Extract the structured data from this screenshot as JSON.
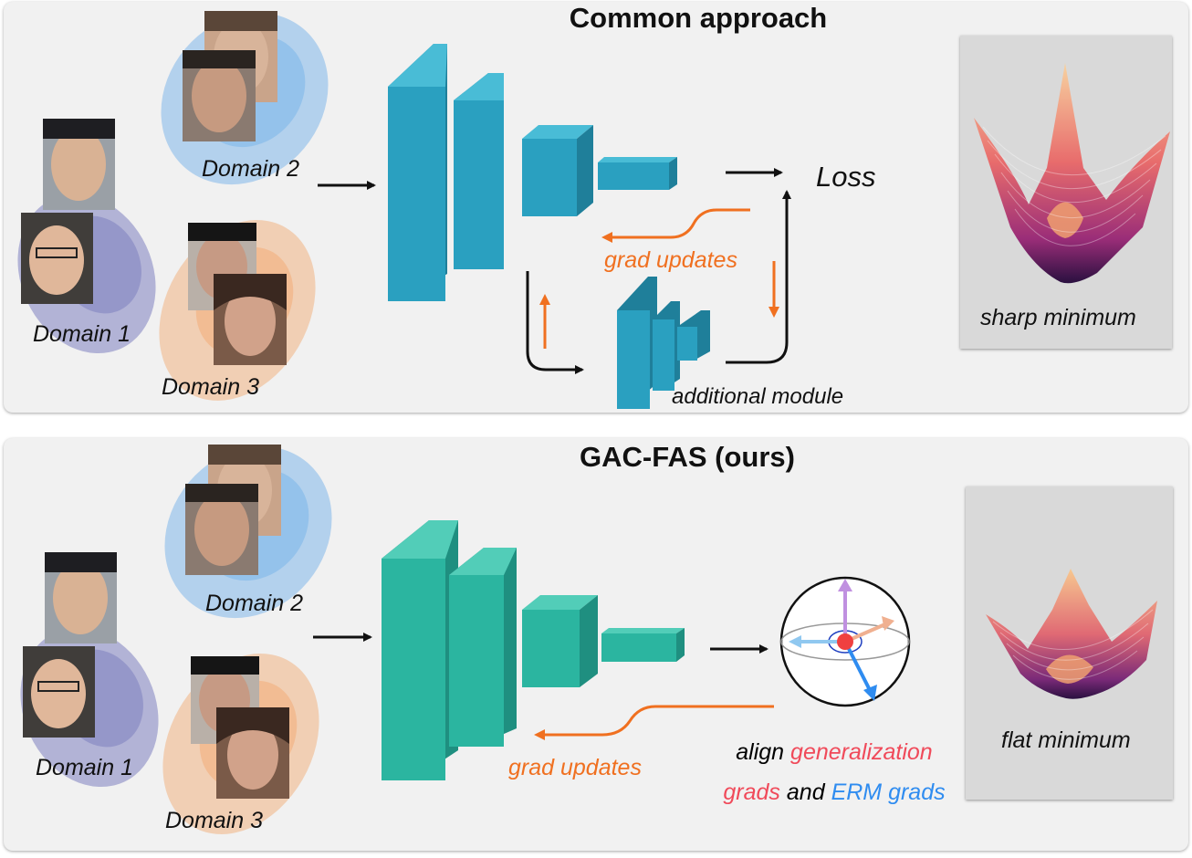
{
  "top": {
    "title": "Common approach",
    "domains": [
      "Domain 1",
      "Domain 2",
      "Domain 3"
    ],
    "loss_label": "Loss",
    "grad_label": "grad updates",
    "module_label": "additional module",
    "landscape_label": "sharp minimum"
  },
  "bottom": {
    "title": "GAC-FAS (ours)",
    "domains": [
      "Domain 1",
      "Domain 2",
      "Domain 3"
    ],
    "grad_label": "grad updates",
    "align_words": [
      "align",
      "generalization",
      "grads",
      "and",
      "ERM grads"
    ],
    "landscape_label": "flat minimum"
  },
  "colors": {
    "network_top": "#2a9fbf",
    "network_bottom": "#2bb5a0",
    "domain1": "#7d7fc0",
    "domain2": "#7fb7ea",
    "domain3": "#f2ad78",
    "grad_arrow": "#f07020",
    "generalization": "#f04a5a",
    "erm": "#2f8cf0"
  }
}
